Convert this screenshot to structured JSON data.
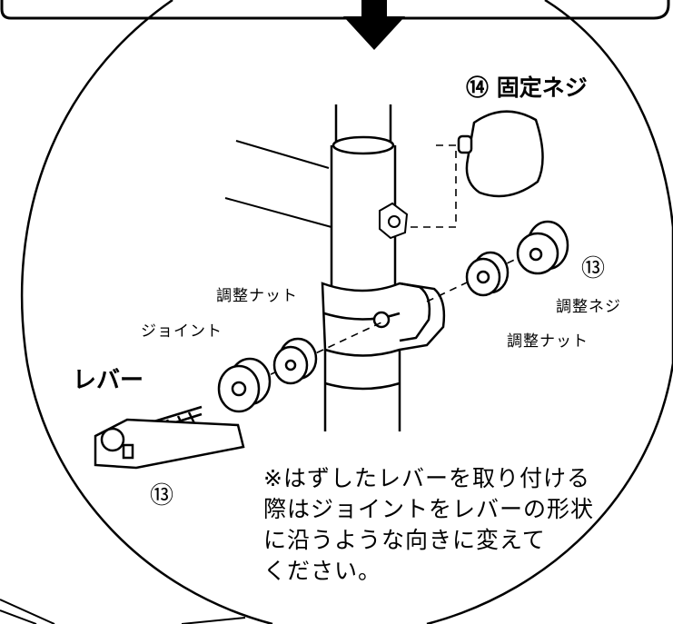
{
  "labels": {
    "fixing_screw": "⑭ 固定ネジ",
    "adjust_nut_left": "調整ナット",
    "joint": "ジョイント",
    "lever": "レバー",
    "adjust_screw": "調整ネジ",
    "adjust_nut_right": "調整ナット",
    "num_13_right": "⑬",
    "num_13_left": "⑬"
  },
  "note": {
    "lines": [
      "※はずしたレバーを取り付ける",
      "際はジョイントをレバーの形状",
      "に沿うような向きに変えて",
      "ください。"
    ]
  }
}
